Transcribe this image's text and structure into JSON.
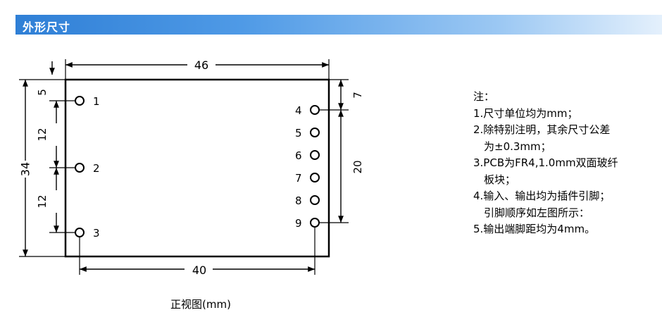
{
  "header": {
    "title": "外形尺寸"
  },
  "diagram": {
    "pins_left": [
      "1",
      "2",
      "3"
    ],
    "pins_right": [
      "4",
      "5",
      "6",
      "7",
      "8",
      "9"
    ],
    "dims": {
      "width_top": "46",
      "width_bottom": "40",
      "height_total": "34",
      "left_top_offset": "5",
      "left_pitch_a": "12",
      "left_pitch_b": "12",
      "right_top_offset": "7",
      "right_span": "20"
    },
    "caption": "正视图(mm)"
  },
  "notes": {
    "lines": [
      "注：",
      "1.尺寸单位均为mm；",
      "2.除特别注明，其余尺寸公差",
      "  为±0.3mm；",
      "3.PCB为FR4,1.0mm双面玻纤",
      "  板块；",
      "4.输入、输出均为插件引脚；",
      "  引脚顺序如左图所示：",
      "5.输出端脚距均为4mm。"
    ]
  }
}
